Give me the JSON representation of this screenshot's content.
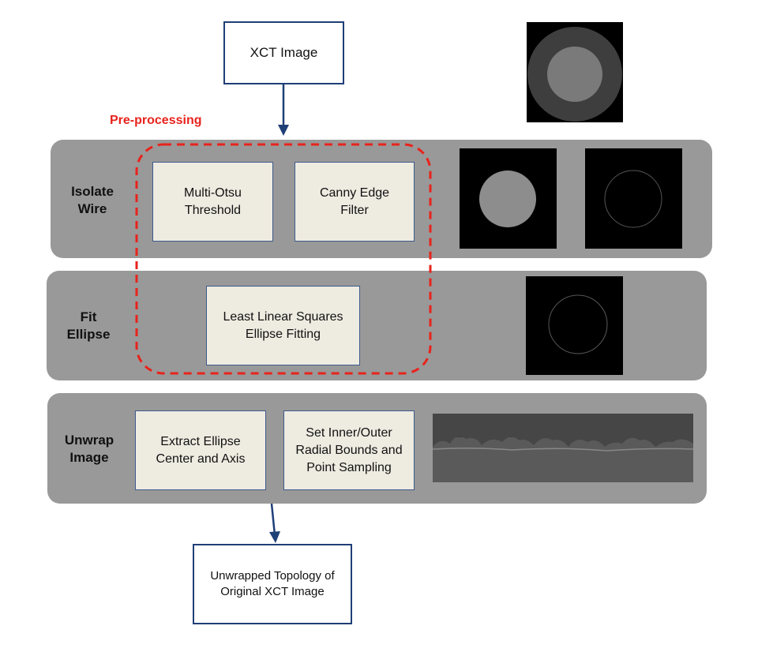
{
  "input": {
    "label": "XCT Image"
  },
  "preprocessing": {
    "label": "Pre-processing",
    "color": "#e8231c"
  },
  "rows": [
    {
      "label": "Isolate\nWire",
      "steps": [
        "Multi-Otsu\nThreshold",
        "Canny Edge\nFilter"
      ]
    },
    {
      "label": "Fit\nEllipse",
      "steps": [
        "Least Linear Squares\nEllipse Fitting"
      ]
    },
    {
      "label": "Unwrap\nImage",
      "steps": [
        "Extract Ellipse\nCenter and Axis",
        "Set Inner/Outer\nRadial Bounds and\nPoint Sampling"
      ]
    }
  ],
  "output": {
    "label": "Unwrapped Topology of\nOriginal XCT Image"
  },
  "colors": {
    "panel": "#999999",
    "box_fill": "#eeebe1",
    "box_border": "#3d5a8c",
    "arrow": "#1f3f77"
  },
  "images": [
    "xct-cross-section",
    "thresholded-disk",
    "canny-edge-circle",
    "fitted-ellipse",
    "unwrapped-strip"
  ]
}
